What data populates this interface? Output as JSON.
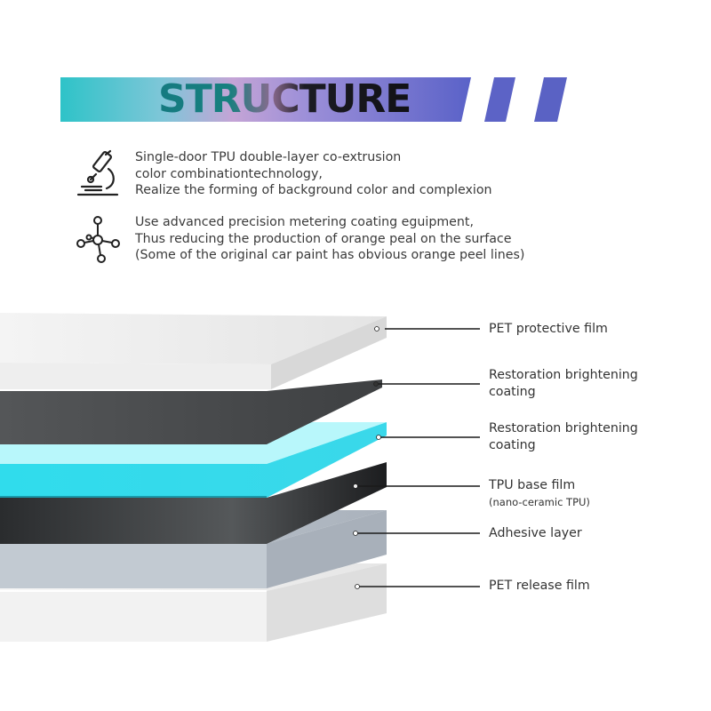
{
  "header": {
    "title": "STRUCTURE"
  },
  "features": [
    {
      "icon": "microscope-icon",
      "lines": [
        "Single-door TPU double-layer co-extrusion",
        "color combinationtechnology,",
        "Realize the forming of background color and complexion"
      ]
    },
    {
      "icon": "molecule-icon",
      "lines": [
        "Use advanced precision metering coating eguipment,",
        "Thus reducing the production of orange peal on the surface",
        "(Some of the original car paint has obvious orange peel lines)"
      ]
    }
  ],
  "layers": [
    {
      "name": "PET protective film",
      "color": "#e8e8e8"
    },
    {
      "name_lines": [
        "Restoration brightening",
        "coating"
      ],
      "color": "#4a4c4e"
    },
    {
      "name_lines": [
        "Restoration brightening",
        "coating"
      ],
      "color": "#2fe0ee"
    },
    {
      "name": "TPU base film",
      "sub": "(nano-ceramic TPU)",
      "color": "#202224"
    },
    {
      "name": "Adhesive layer",
      "color": "#b6bec8"
    },
    {
      "name": "PET release film",
      "color": "#ececec"
    }
  ],
  "colors": {
    "banner_teal": "#2fc1c6",
    "banner_purple": "#6a6ad0",
    "stripe_blue": "#5c63c6",
    "cyan_layer": "#2fe0ee"
  }
}
